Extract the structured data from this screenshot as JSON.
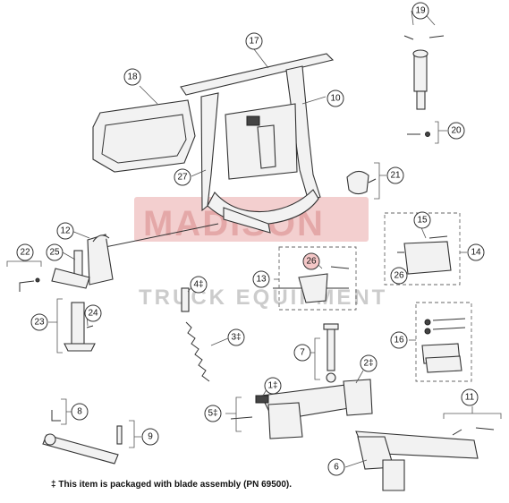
{
  "diagram": {
    "callouts": [
      {
        "label": "1‡",
        "highlight": false
      },
      {
        "label": "2‡",
        "highlight": false
      },
      {
        "label": "3‡",
        "highlight": false
      },
      {
        "label": "4‡",
        "highlight": false
      },
      {
        "label": "5‡",
        "highlight": false
      },
      {
        "label": "6",
        "highlight": false
      },
      {
        "label": "7",
        "highlight": false
      },
      {
        "label": "8",
        "highlight": false
      },
      {
        "label": "9",
        "highlight": false
      },
      {
        "label": "10",
        "highlight": false
      },
      {
        "label": "11",
        "highlight": false
      },
      {
        "label": "12",
        "highlight": false
      },
      {
        "label": "13",
        "highlight": false
      },
      {
        "label": "14",
        "highlight": false
      },
      {
        "label": "15",
        "highlight": false
      },
      {
        "label": "16",
        "highlight": false
      },
      {
        "label": "17",
        "highlight": false
      },
      {
        "label": "18",
        "highlight": false
      },
      {
        "label": "19",
        "highlight": false
      },
      {
        "label": "20",
        "highlight": false
      },
      {
        "label": "21",
        "highlight": false
      },
      {
        "label": "22",
        "highlight": false
      },
      {
        "label": "23",
        "highlight": false
      },
      {
        "label": "24",
        "highlight": false
      },
      {
        "label": "25",
        "highlight": false
      },
      {
        "label": "26",
        "highlight": true
      },
      {
        "label": "26",
        "highlight": false
      },
      {
        "label": "27",
        "highlight": false
      }
    ],
    "watermark": {
      "line1": "MADISON",
      "line2": "TRUCK EQUIPMENT"
    },
    "footnote": "‡ This item is packaged with blade assembly (PN 69500)."
  },
  "colors": {
    "highlight": "#f4c7c7",
    "watermark": "#d98a8a",
    "line": "#333333"
  }
}
